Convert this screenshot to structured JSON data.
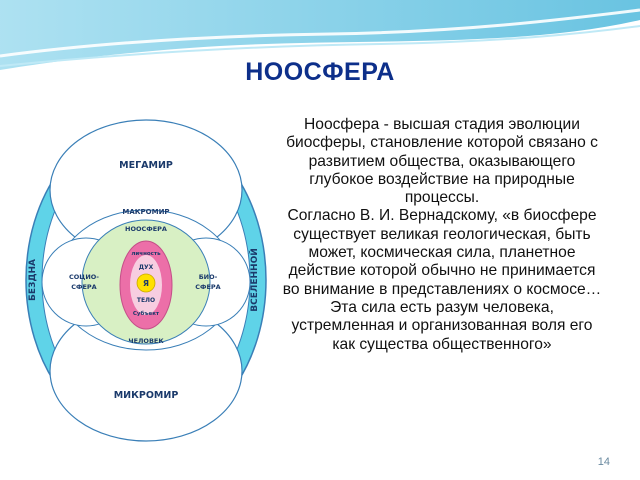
{
  "slide": {
    "title": "НООСФЕРА",
    "number": "14",
    "paragraphs": [
      "Ноосфера - высшая стадия эволюции биосферы, становление которой связано с развитием общества, оказывающего глубокое воздействие на природные процессы.",
      "Согласно В. И. Вернадскому, «в биосфере существует великая геологическая, быть может, космическая сила, планетное действие которой обычно не принимается во внимание в представлениях о космосе… Эта сила есть разум человека, устремленная и организованная воля его как существа общественного»"
    ]
  },
  "diagram": {
    "labels": {
      "megamir": "МЕГАМИР",
      "makromir": "МАКРОМИР",
      "noosfera": "НООСФЕРА",
      "lichnost": "личность",
      "dukh": "ДУХ",
      "ya": "Я",
      "telo": "ТЕЛО",
      "subekt": "Субъект",
      "socio_1": "СОЦИО-",
      "socio_2": "СФЕРА",
      "bio_1": "БИО-",
      "bio_2": "СФЕРА",
      "chelovek": "ЧЕЛОВЕК",
      "mikromir": "МИКРОМИР",
      "bezdna": "БЕЗДНА",
      "vselennoy": "ВСЕЛЕННОЙ"
    },
    "colors": {
      "ring_cyan": "#5fd3e8",
      "ring_blue": "#3a7fb7",
      "light_green": "#d8f0c4",
      "pink": "#ec6fa8",
      "light_pink": "#f7cde0",
      "yellow": "#ffe000"
    }
  }
}
